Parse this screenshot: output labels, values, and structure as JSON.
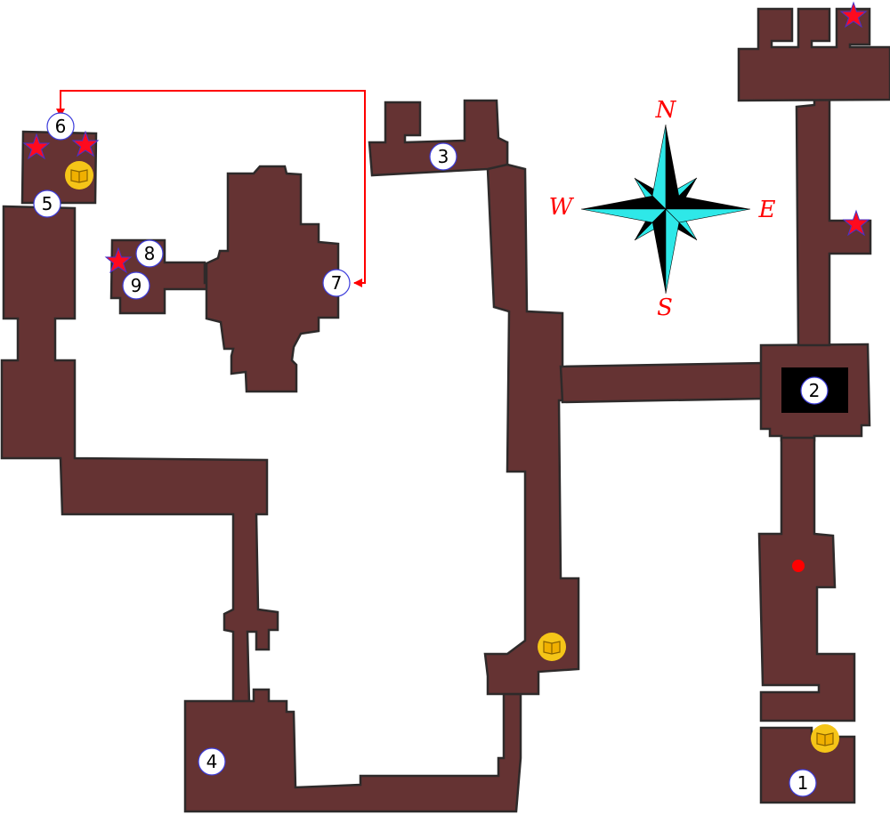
{
  "map": {
    "markers": [
      "1",
      "2",
      "3",
      "4",
      "5",
      "6",
      "7",
      "8",
      "9"
    ],
    "compass": {
      "north": "N",
      "east": "E",
      "south": "S",
      "west": "W"
    },
    "colors": {
      "floor": "#653333",
      "outline": "#2e2a2a",
      "arrow": "#ff0000",
      "star": "#ff0a1e",
      "book": "#f5c518",
      "compass_light": "#2ee8e8",
      "compass_dark": "#000000"
    },
    "icons": [
      "star-icon",
      "book-icon",
      "red-dot-icon",
      "compass-rose-icon",
      "connection-arrow"
    ]
  }
}
